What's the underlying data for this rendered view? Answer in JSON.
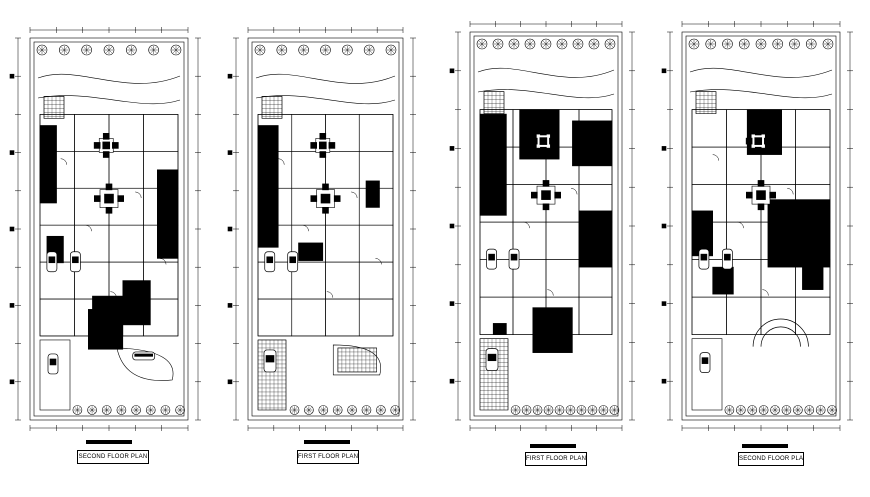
{
  "drawing": {
    "background": "#ffffff",
    "ink": "#000000",
    "plans": [
      {
        "title": "SECOND FLOOR PLAN"
      },
      {
        "title": "FIRST FLOOR PLAN"
      },
      {
        "title": "FIRST FLOOR PLAN"
      },
      {
        "title": "SECOND FLOOR PLAN"
      }
    ]
  }
}
